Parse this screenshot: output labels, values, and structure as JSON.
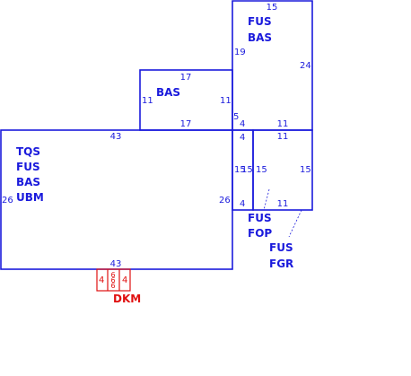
{
  "areas": {
    "main": {
      "codes": [
        "TQS",
        "FUS",
        "BAS",
        "UBM"
      ],
      "dims": {
        "top": "43",
        "bottom": "43",
        "left": "26",
        "right": "26"
      }
    },
    "upper_small": {
      "codes": [
        "BAS"
      ],
      "dims": {
        "top": "17",
        "bottom": "17",
        "left": "11",
        "right": "11"
      }
    },
    "upper_right": {
      "codes": [
        "FUS",
        "BAS"
      ],
      "dims": {
        "top": "15",
        "right": "24",
        "left": "19",
        "bottom_left": "5",
        "bottom_mid": "4",
        "bottom": "11"
      }
    },
    "corridor": {
      "dims": {
        "top": "4",
        "left": "15",
        "right": "15",
        "bottom": "4"
      }
    },
    "right_room": {
      "dims": {
        "top": "11",
        "left": "15",
        "right": "15",
        "bottom": "11"
      }
    },
    "fop_label": {
      "codes": [
        "FUS",
        "FOP"
      ]
    },
    "fgr_label": {
      "codes": [
        "FUS",
        "FGR"
      ]
    },
    "dkm": {
      "codes": [
        "DKM"
      ],
      "dims": {
        "left": "4",
        "right": "4",
        "top": "6",
        "middle": "6",
        "bottom": "6"
      }
    }
  }
}
